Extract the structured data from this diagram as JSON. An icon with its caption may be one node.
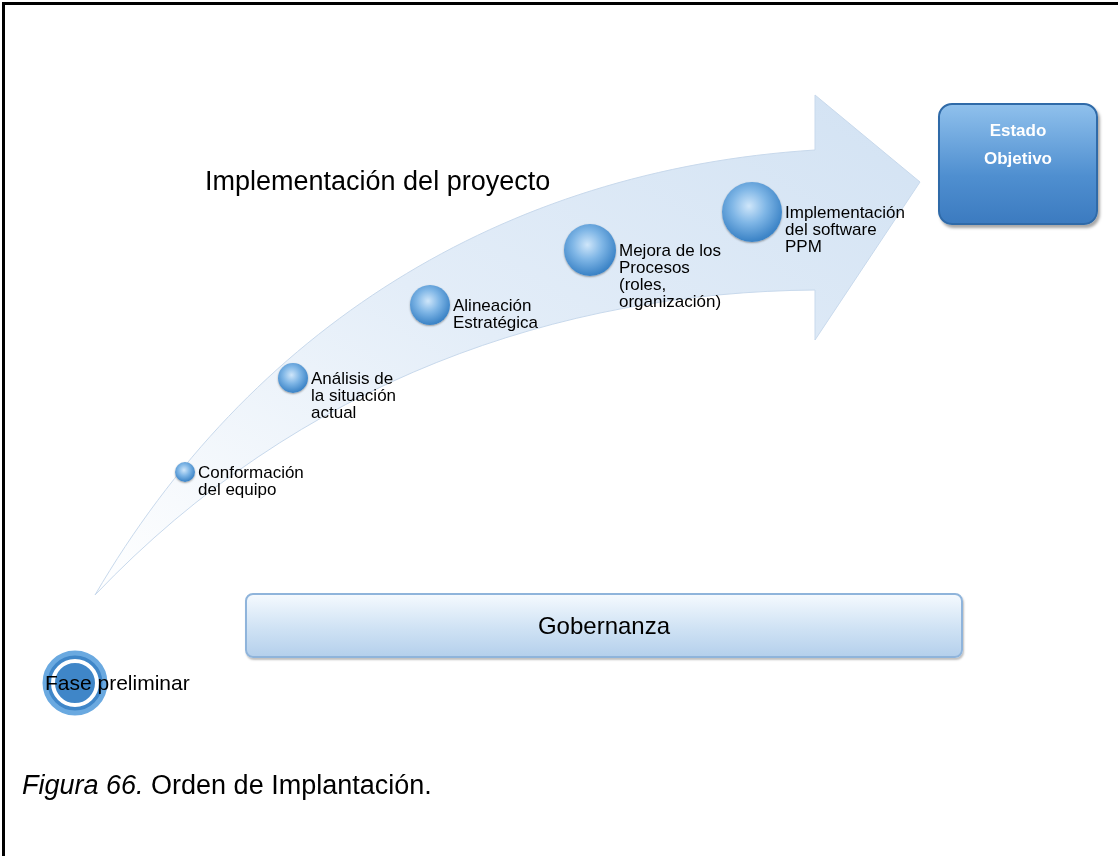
{
  "diagram": {
    "caption": "*Figura 66.* Orden de Implantación.",
    "nodes": [
      {
        "text": [
          "Implementación del proyecto"
        ]
      },
      {
        "text": [
          "Conformación del equipo"
        ],
        "in": 0
      },
      {
        "text": [
          "Análisis de la situación actual"
        ],
        "in": 0
      },
      {
        "text": [
          "Alineación Estratégica"
        ],
        "in": 0
      },
      {
        "text": [
          "Mejora de los Procesos (roles, organización)"
        ],
        "in": 0
      },
      {
        "text": [
          "Implementación del software PPM"
        ],
        "in": 0
      },
      {
        "text": [
          "Estado Objetivo"
        ]
      },
      {
        "text": [
          "Gobernanza"
        ]
      },
      {
        "text": [
          "Fase preliminar"
        ]
      }
    ]
  }
}
